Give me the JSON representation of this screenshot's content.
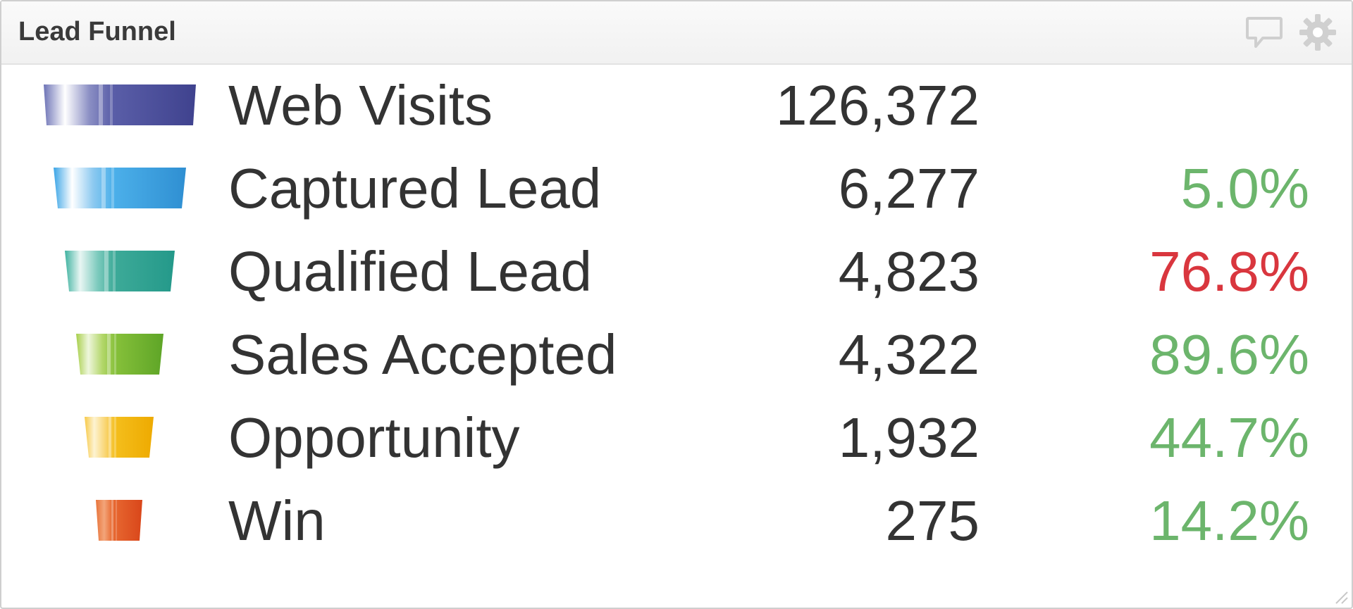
{
  "widget": {
    "title": "Lead Funnel",
    "icons": [
      "comment-icon",
      "gear-icon"
    ]
  },
  "colors": {
    "text": "#333333",
    "positive": "#6cb56c",
    "negative": "#d9363e",
    "icon": "#cfcfcf"
  },
  "funnel": [
    {
      "stage": "Web Visits",
      "count": "126,372",
      "rate": "",
      "rate_status": "none",
      "color": "#4a4a96"
    },
    {
      "stage": "Captured Lead",
      "count": "6,277",
      "rate": "5.0%",
      "rate_status": "positive",
      "color": "#2e9ce0"
    },
    {
      "stage": "Qualified Lead",
      "count": "4,823",
      "rate": "76.8%",
      "rate_status": "negative",
      "color": "#2aa391"
    },
    {
      "stage": "Sales Accepted",
      "count": "4,322",
      "rate": "89.6%",
      "rate_status": "positive",
      "color": "#72b52c"
    },
    {
      "stage": "Opportunity",
      "count": "1,932",
      "rate": "44.7%",
      "rate_status": "positive",
      "color": "#f2b705"
    },
    {
      "stage": "Win",
      "count": "275",
      "rate": "14.2%",
      "rate_status": "positive",
      "color": "#e0531f"
    }
  ]
}
